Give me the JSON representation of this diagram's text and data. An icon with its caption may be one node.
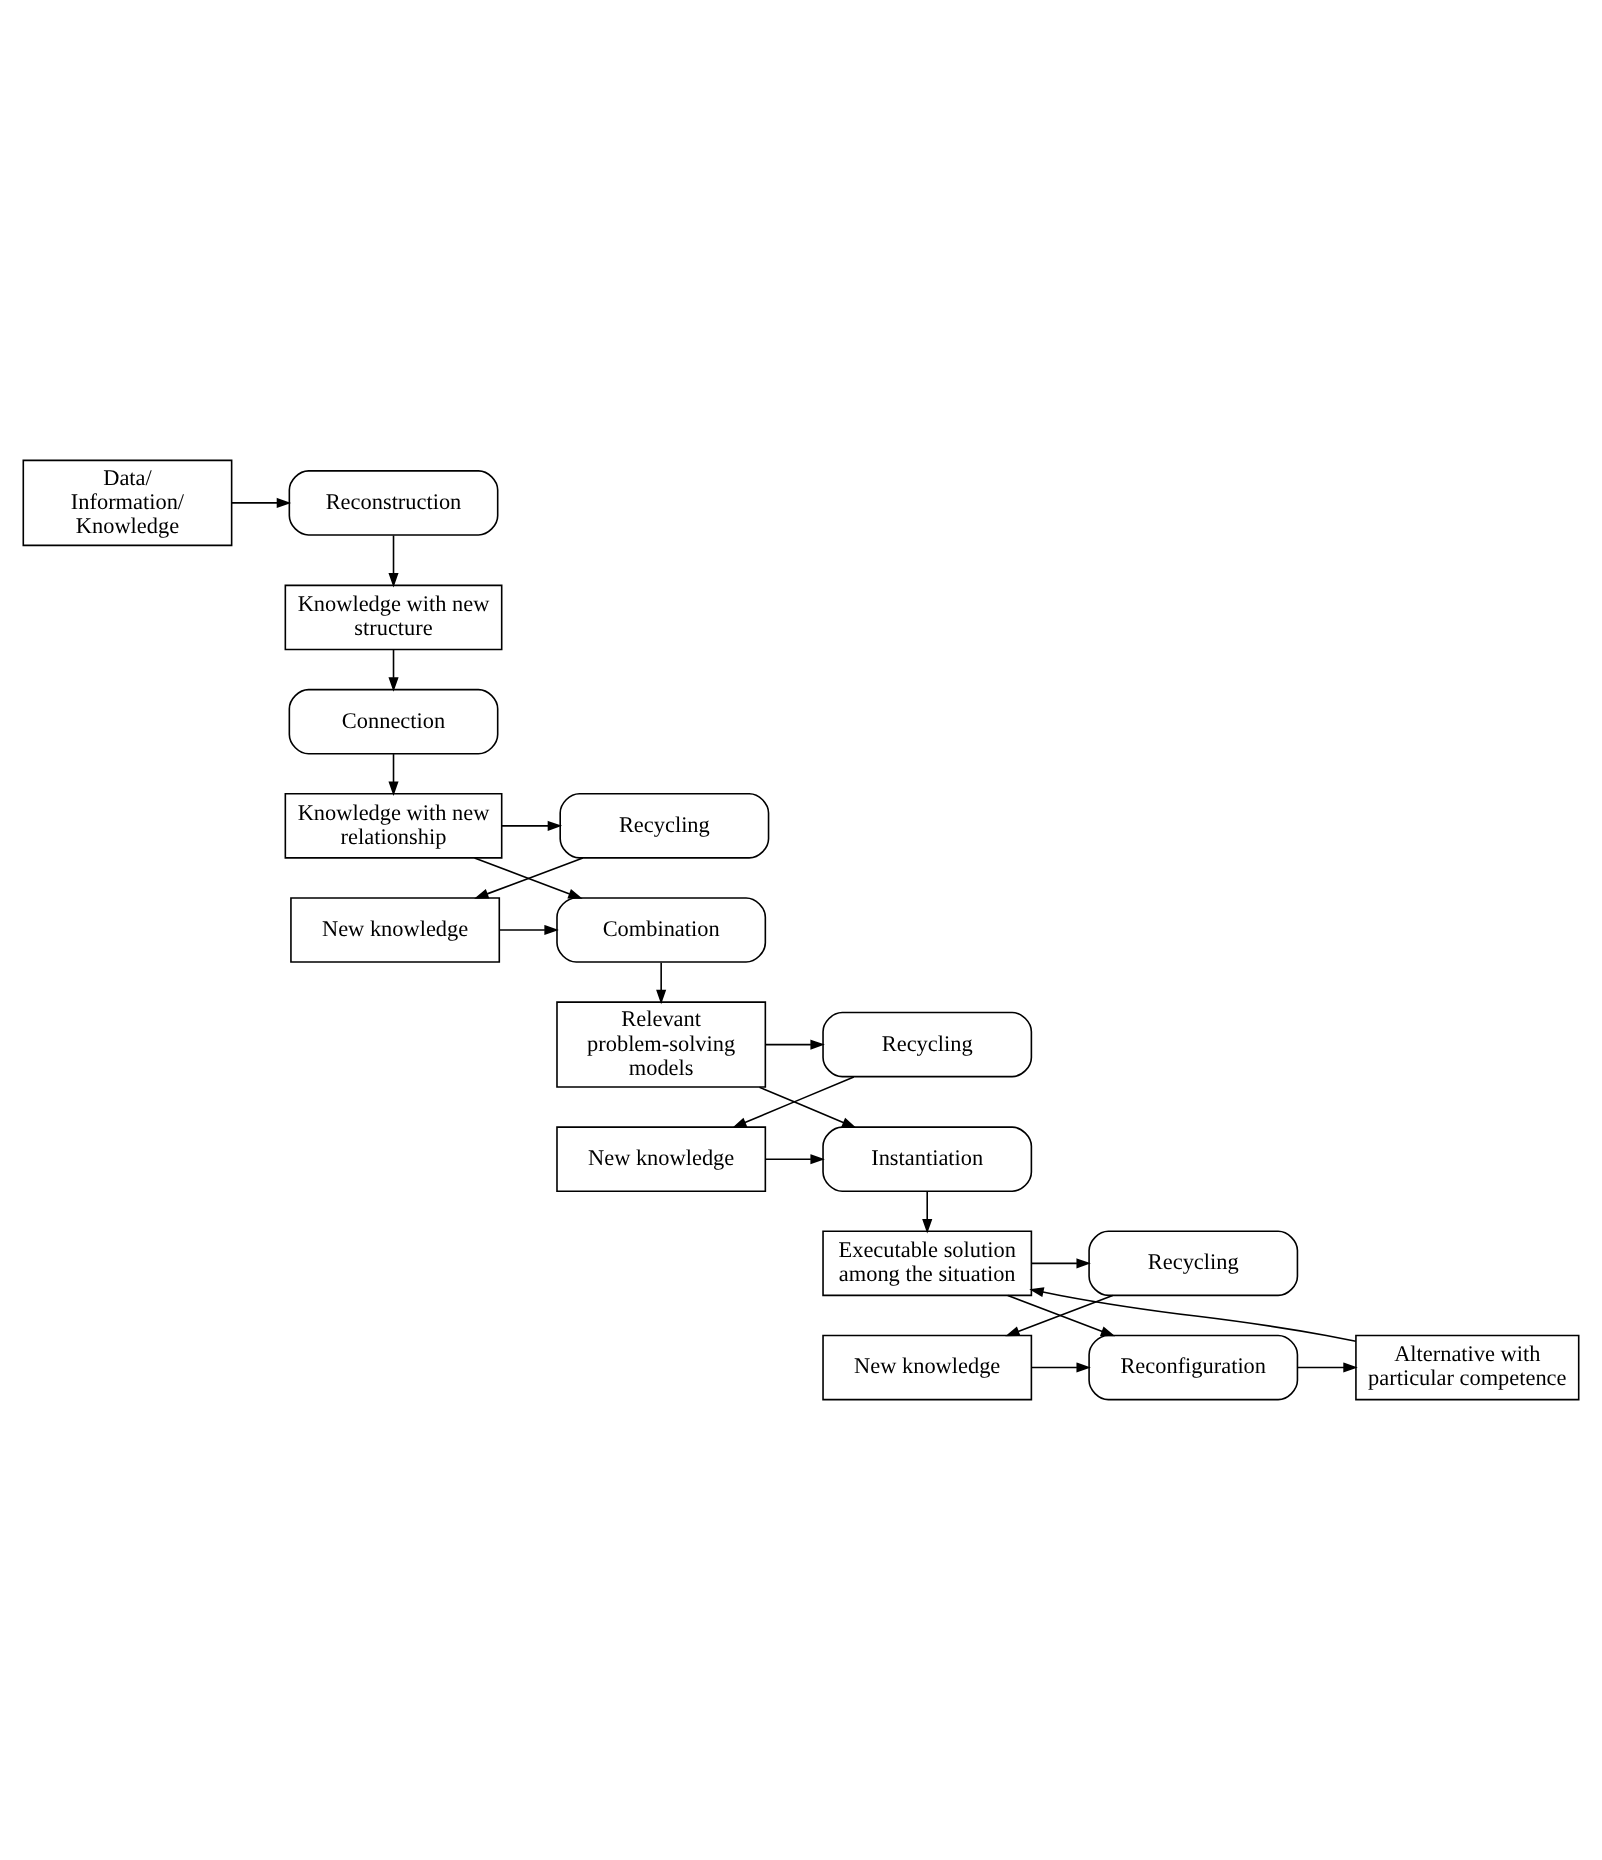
{
  "diagram": {
    "nodes": [
      {
        "text": [
          "Data/ Information/ Knowledge"
        ]
      },
      {
        "text": [
          "Reconstruction"
        ]
      },
      {
        "text": [
          "Knowledge with new structure"
        ]
      },
      {
        "text": [
          "Connection"
        ]
      },
      {
        "text": [
          "Knowledge with new relationship"
        ]
      },
      {
        "text": [
          "Recycling"
        ]
      },
      {
        "text": [
          "New knowledge"
        ]
      },
      {
        "text": [
          "Combination"
        ]
      },
      {
        "text": [
          "Recycling"
        ]
      },
      {
        "text": [
          "Relevant problem-solving models"
        ]
      },
      {
        "text": [
          "New knowledge"
        ]
      },
      {
        "text": [
          "Instantiation"
        ]
      },
      {
        "text": [
          "Executable solution among the situation"
        ]
      },
      {
        "text": [
          "Recycling"
        ]
      },
      {
        "text": [
          "Alternative with particular competence"
        ]
      },
      {
        "text": [
          "Reconfiguration"
        ]
      },
      {
        "text": [
          "New knowledge"
        ]
      }
    ],
    "edges": [
      {
        "from": 0,
        "to": 1,
        "arrow": "to"
      },
      {
        "from": 1,
        "to": 2,
        "arrow": "to"
      },
      {
        "from": 2,
        "to": 3,
        "arrow": "to"
      },
      {
        "from": 3,
        "to": 4,
        "arrow": "to"
      },
      {
        "from": 4,
        "to": 5,
        "arrow": "to"
      },
      {
        "from": 5,
        "to": 6,
        "arrow": "to"
      },
      {
        "from": 4,
        "to": 7,
        "arrow": "to"
      },
      {
        "from": 6,
        "to": 7,
        "arrow": "to"
      },
      {
        "from": 7,
        "to": 9,
        "arrow": "to"
      },
      {
        "from": 9,
        "to": 8,
        "arrow": "to"
      },
      {
        "from": 8,
        "to": 10,
        "arrow": "to"
      },
      {
        "from": 9,
        "to": 11,
        "arrow": "to"
      },
      {
        "from": 10,
        "to": 11,
        "arrow": "to"
      },
      {
        "from": 11,
        "to": 12,
        "arrow": "to"
      },
      {
        "from": 12,
        "to": 13,
        "arrow": "to"
      },
      {
        "from": 13,
        "to": 16,
        "arrow": "to"
      },
      {
        "from": 12,
        "to": 15,
        "arrow": "to"
      },
      {
        "from": 16,
        "to": 15,
        "arrow": "to"
      },
      {
        "from": 15,
        "to": 14,
        "arrow": "to"
      },
      {
        "from": 14,
        "to": 12,
        "arrow": "to"
      }
    ]
  }
}
